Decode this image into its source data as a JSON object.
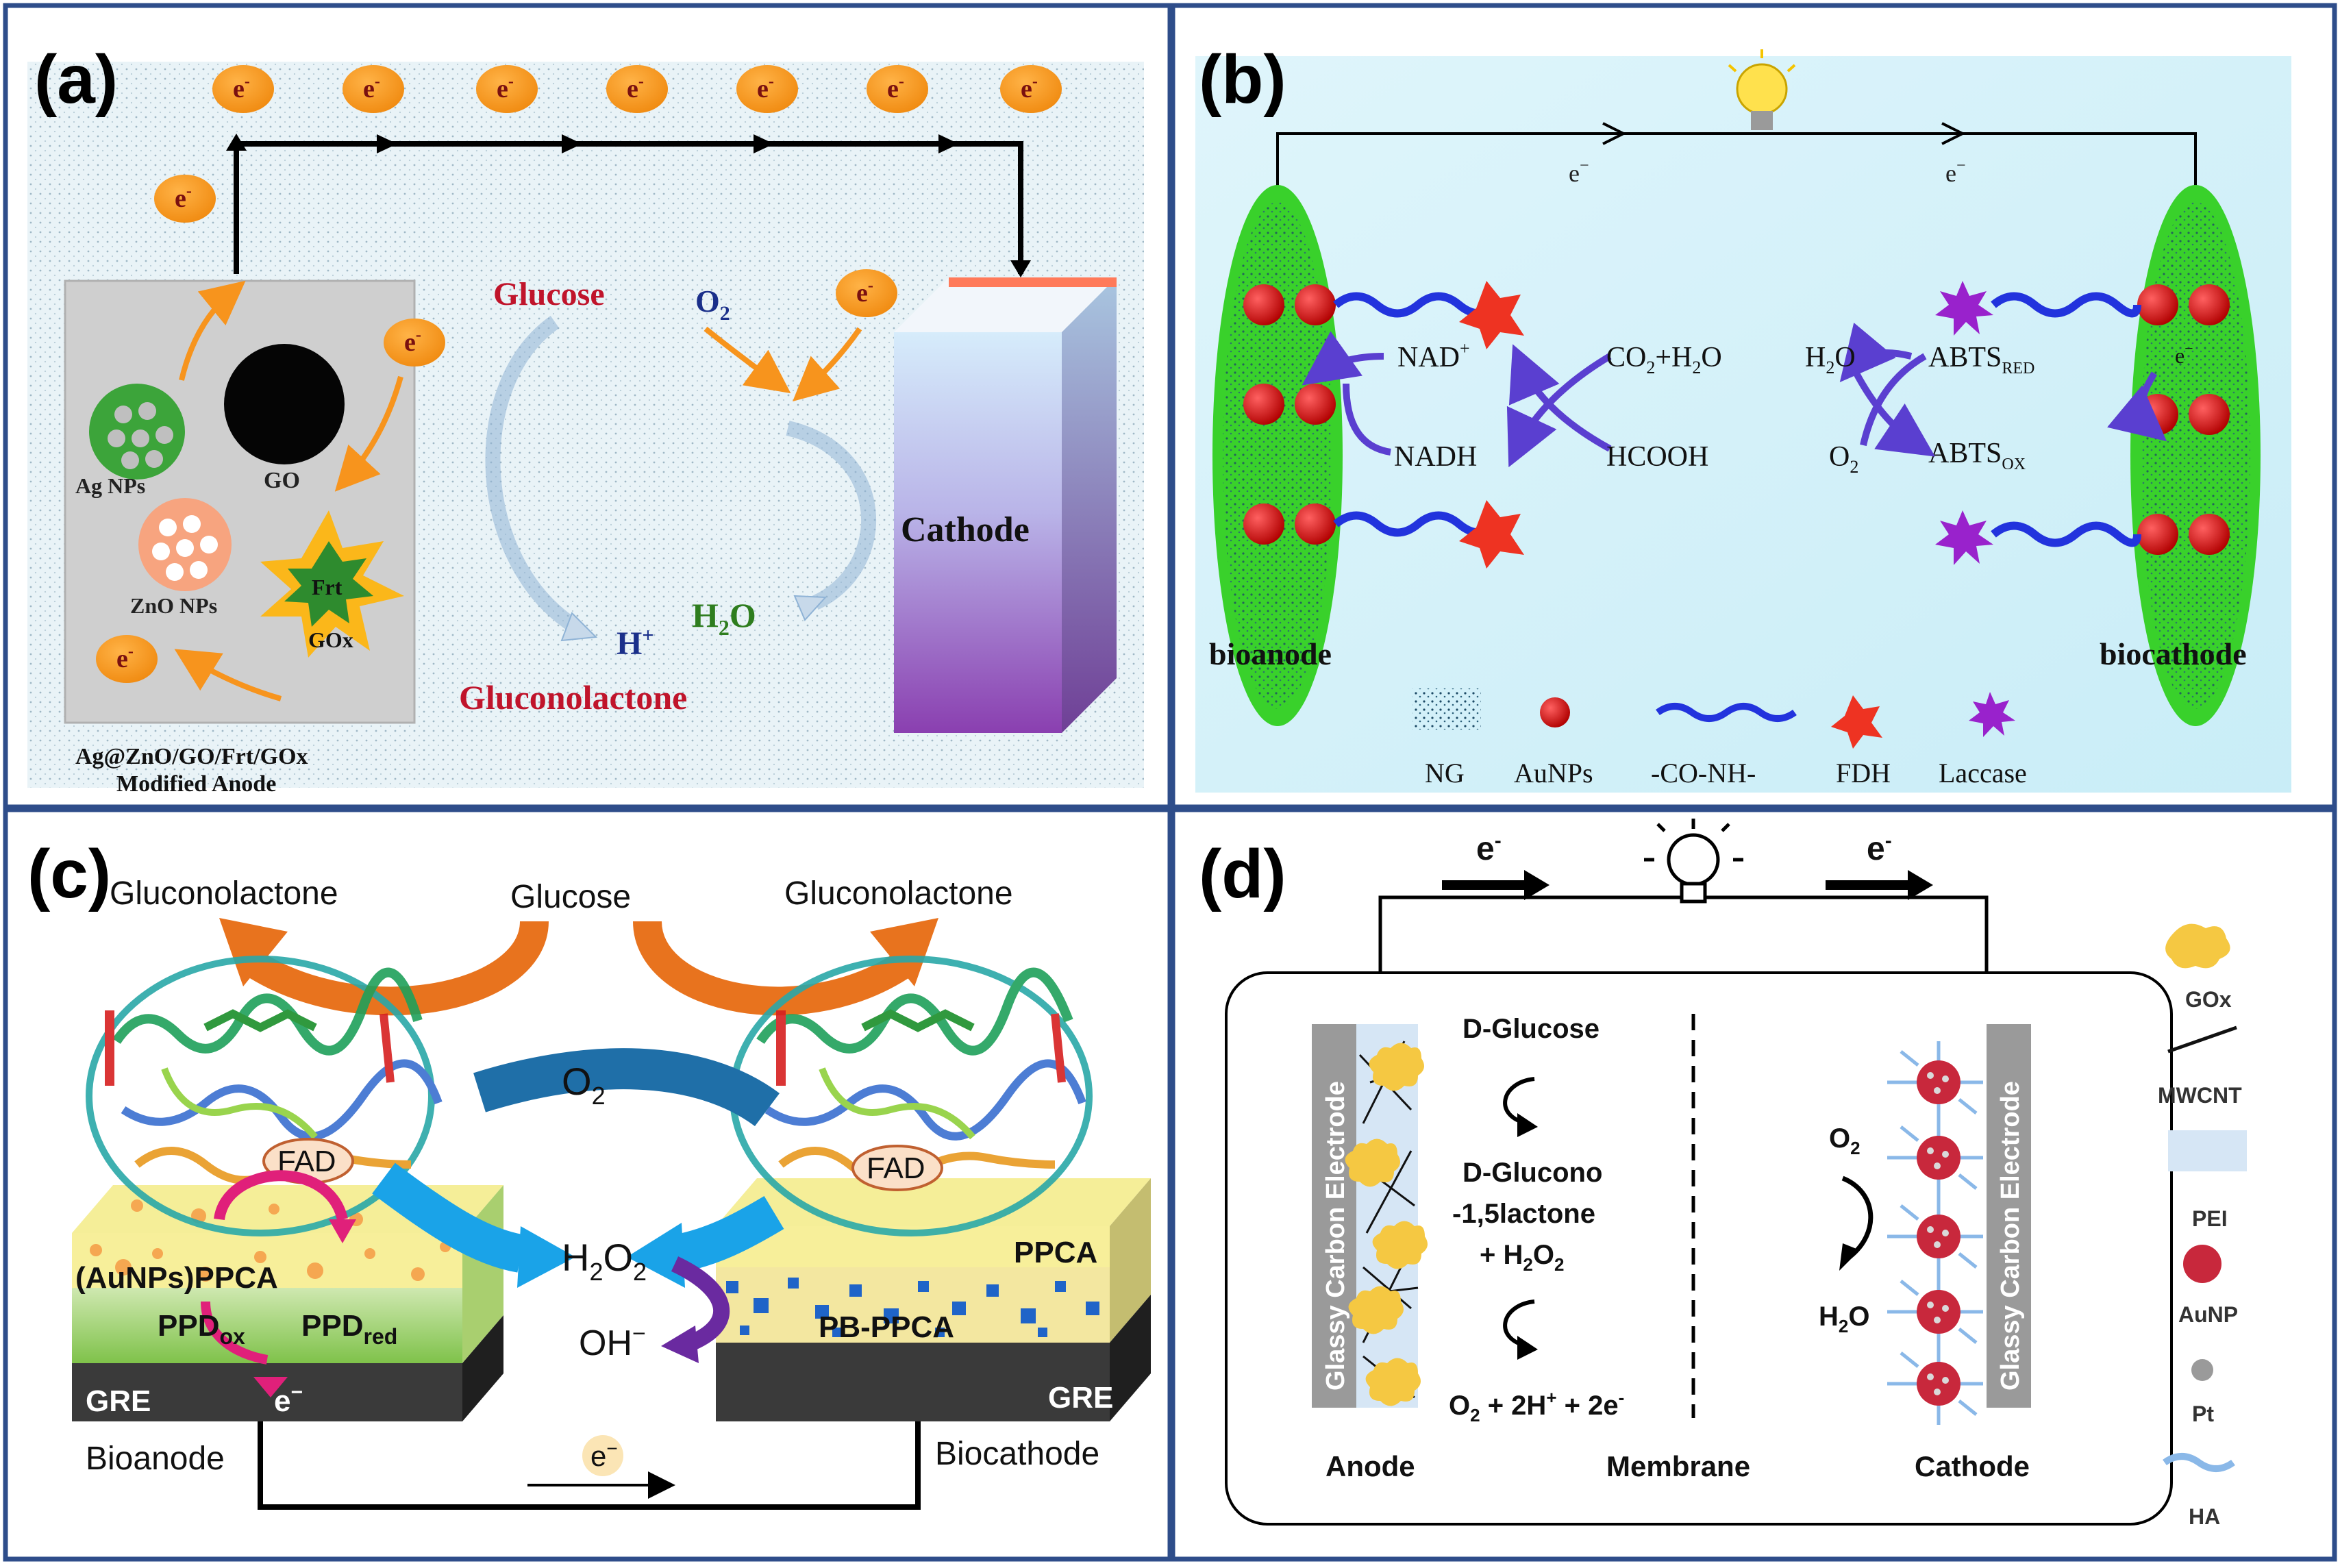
{
  "panel_a": {
    "label": "(a)",
    "electron": "e",
    "electron_sup": "-",
    "anode_caption_line1": "Ag@ZnO/GO/Frt/GOx",
    "anode_caption_line2": "Modified Anode",
    "ag_nps": "Ag NPs",
    "go": "GO",
    "zno_nps": "ZnO NPs",
    "frt": "Frt",
    "gox": "GOx",
    "glucose": "Glucose",
    "o2": "O",
    "o2_sub": "2",
    "h_plus": "H",
    "h_plus_sup": "+",
    "h2o_h": "H",
    "h2o_sub": "2",
    "h2o_o": "O",
    "gluconolactone": "Gluconolactone",
    "cathode": "Cathode",
    "colors": {
      "electron": "#f7941d",
      "glucose": "#c0142b",
      "o2": "#1a2f8a",
      "h2o": "#2e7d1e"
    }
  },
  "panel_b": {
    "label": "(b)",
    "electron": "e",
    "electron_sup": "−",
    "nad_plus": "NAD",
    "nad_plus_sup": "+",
    "nadh": "NADH",
    "co2_h2o_a": "CO",
    "co2_sub": "2",
    "co2_h2o_b": "+H",
    "co2_h2o_sub2": "2",
    "co2_h2o_c": "O",
    "hcooh": "HCOOH",
    "h2o_a": "H",
    "h2o_sub": "2",
    "h2o_b": "O",
    "o2_a": "O",
    "o2_sub": "2",
    "abts": "ABTS",
    "abts_red_sub": "RED",
    "abts_ox_sub": "OX",
    "bioanode": "bioanode",
    "biocathode": "biocathode",
    "legend": [
      "NG",
      "AuNPs",
      "-CO-NH-",
      "FDH",
      "Laccase"
    ],
    "colors": {
      "electrode": "#39d12b",
      "aunp": "#e00000",
      "linker": "#2233dd",
      "fdh": "#ee3322",
      "laccase": "#9922cc"
    }
  },
  "panel_c": {
    "label": "(c)",
    "gluconolactone_left": "Gluconolactone",
    "glucose": "Glucose",
    "gluconolactone_right": "Gluconolactone",
    "o2": "O",
    "o2_sub": "2",
    "h2o2_a": "H",
    "h2o2_sub1": "2",
    "h2o2_b": "O",
    "h2o2_sub2": "2",
    "oh_minus": "OH",
    "oh_sup": "−",
    "fad": "FAD",
    "aunps_ppca": "(AuNPs)PPCA",
    "ppd_ox": "PPD",
    "ppd_ox_sub": "ox",
    "ppd_red": "PPD",
    "ppd_red_sub": "red",
    "ppca": "PPCA",
    "pb_ppca": "PB-PPCA",
    "gre": "GRE",
    "electron": "e",
    "electron_sup": "−",
    "bioanode": "Bioanode",
    "biocathode": "Biocathode",
    "colors": {
      "flow": "#e8731e",
      "o2_arrow": "#1f6fa8",
      "h2o2_arrow": "#1aa3e8",
      "oh_arrow": "#6a2aa0",
      "ppd_arrow": "#e0207a"
    }
  },
  "panel_d": {
    "label": "(d)",
    "electron": "e",
    "electron_sup": "-",
    "glassy_carbon": "Glassy Carbon Electrode",
    "d_glucose": "D-Glucose",
    "d_glucono_1": "D-Glucono",
    "d_glucono_2": "-1,5lactone",
    "plus_h2o2_a": "+ H",
    "plus_h2o2_sub1": "2",
    "plus_h2o2_b": "O",
    "plus_h2o2_sub2": "2",
    "products_a": "O",
    "products_sub": "2",
    "products_b": " + 2H",
    "products_sup1": "+",
    "products_c": " + 2e",
    "products_sup2": "-",
    "o2_a": "O",
    "o2_sub": "2",
    "h2o_a": "H",
    "h2o_sub": "2",
    "h2o_b": "O",
    "anode": "Anode",
    "membrane": "Membrane",
    "cathode": "Cathode",
    "legend": [
      "GOx",
      "MWCNT",
      "PEI",
      "AuNP",
      "Pt",
      "HA"
    ],
    "colors": {
      "gox": "#f5c842",
      "pei": "#d6e6f5",
      "aunp": "#c8283c",
      "pt": "#9a9a9a",
      "ha": "#8ab8e8"
    }
  }
}
